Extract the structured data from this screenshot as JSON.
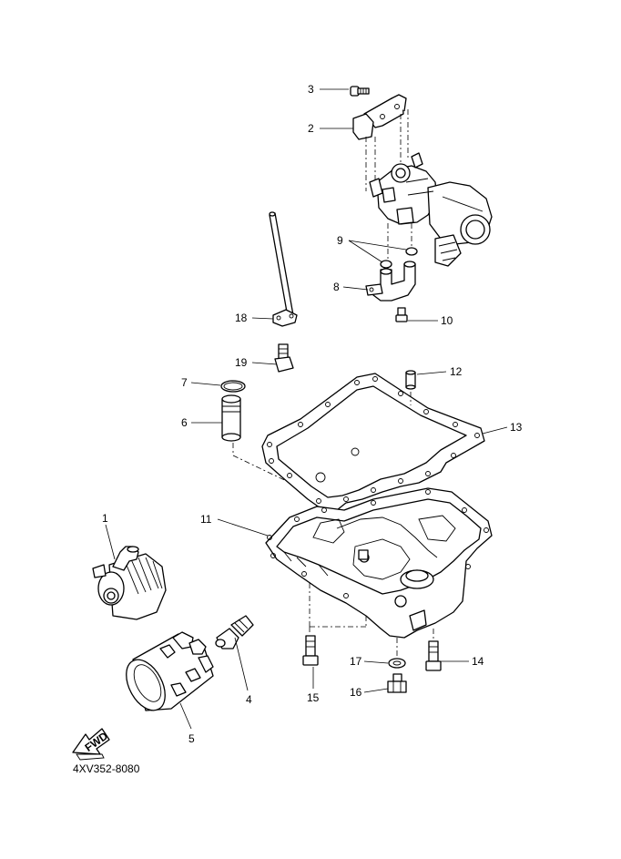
{
  "diagram": {
    "code": "4XV352-8080",
    "fwd_label": "FWD",
    "callouts": [
      {
        "id": "1",
        "label": "1"
      },
      {
        "id": "2",
        "label": "2"
      },
      {
        "id": "3",
        "label": "3"
      },
      {
        "id": "4",
        "label": "4"
      },
      {
        "id": "5",
        "label": "5"
      },
      {
        "id": "6",
        "label": "6"
      },
      {
        "id": "7",
        "label": "7"
      },
      {
        "id": "8",
        "label": "8"
      },
      {
        "id": "9",
        "label": "9"
      },
      {
        "id": "10",
        "label": "10"
      },
      {
        "id": "11",
        "label": "11"
      },
      {
        "id": "12",
        "label": "12"
      },
      {
        "id": "13",
        "label": "13"
      },
      {
        "id": "14",
        "label": "14"
      },
      {
        "id": "15",
        "label": "15"
      },
      {
        "id": "16",
        "label": "16"
      },
      {
        "id": "17",
        "label": "17"
      },
      {
        "id": "18",
        "label": "18"
      },
      {
        "id": "19",
        "label": "19"
      }
    ]
  }
}
